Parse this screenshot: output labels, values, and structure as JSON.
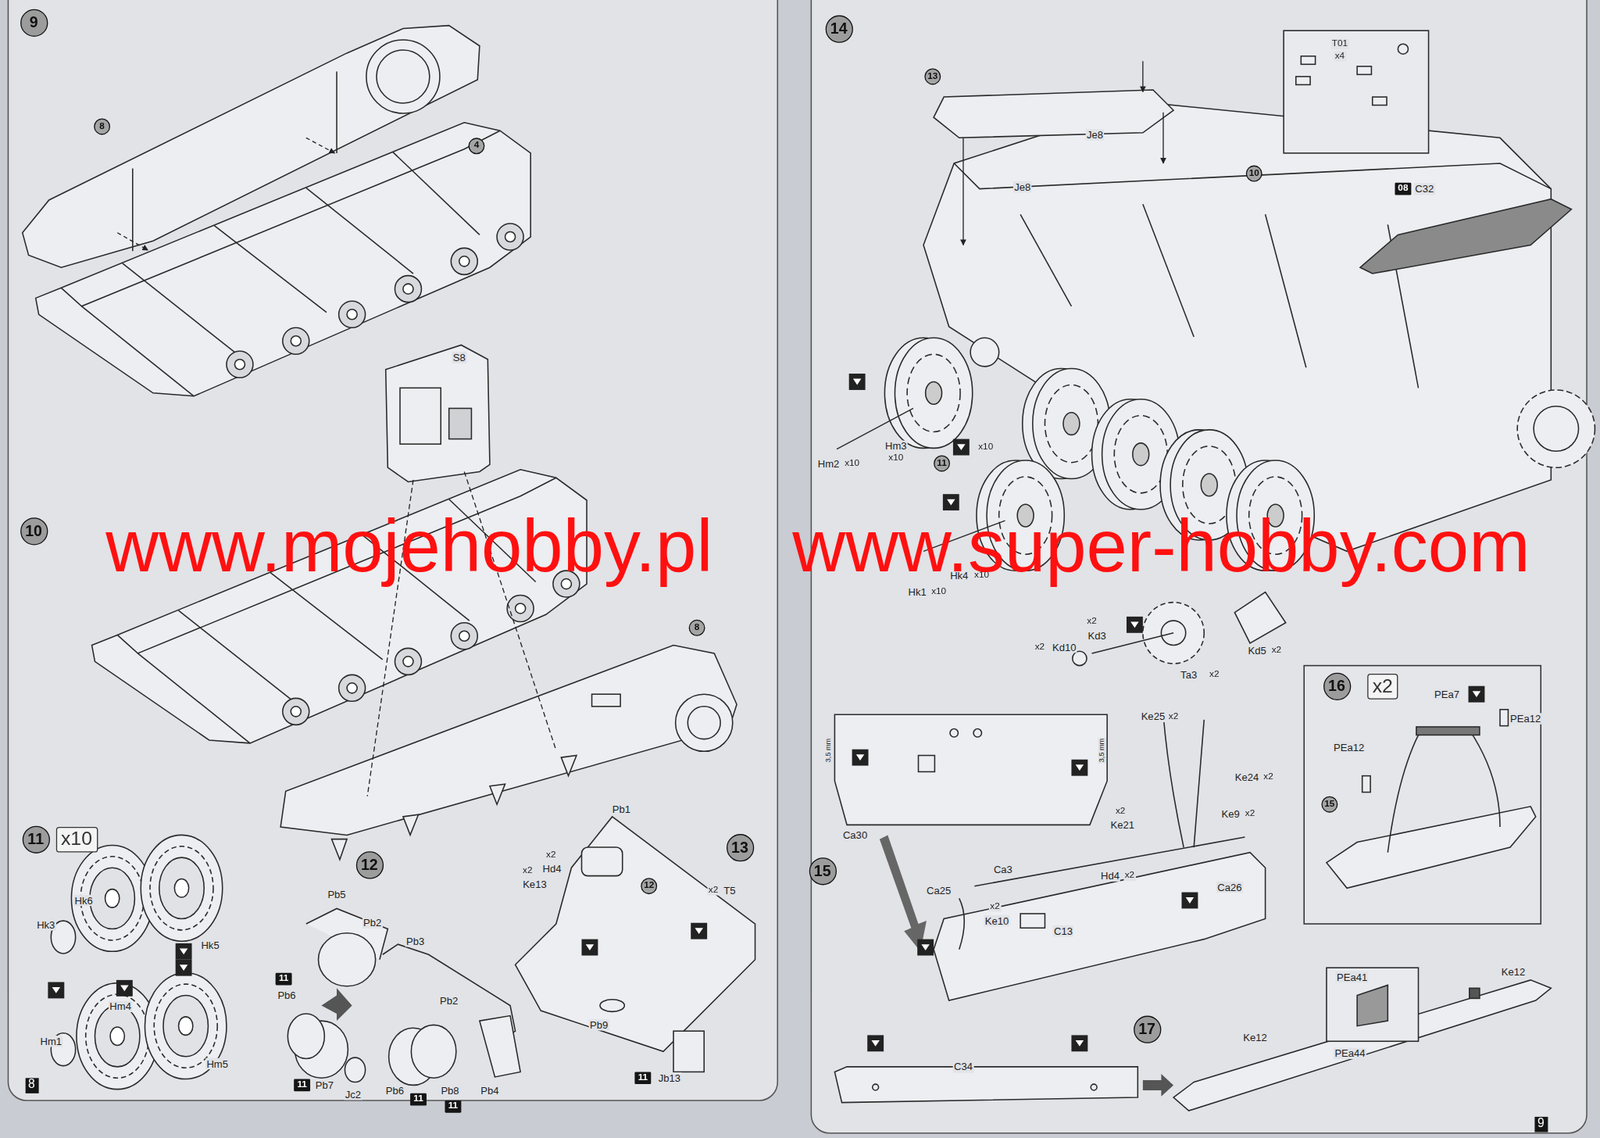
{
  "diagram": {
    "nodes": [
      {
        "text": [
          "9"
        ]
      },
      {
        "text": [
          "8"
        ]
      },
      {
        "text": [
          "4"
        ]
      },
      {
        "text": [
          "10"
        ]
      },
      {
        "text": [
          "8"
        ]
      },
      {
        "text": [
          "11"
        ]
      },
      {
        "text": [
          "x10"
        ]
      },
      {
        "text": [
          "12"
        ]
      },
      {
        "text": [
          "13"
        ]
      },
      {
        "text": [
          "12"
        ]
      },
      {
        "text": [
          "11"
        ]
      },
      {
        "text": [
          "11"
        ]
      },
      {
        "text": [
          "11"
        ]
      },
      {
        "text": [
          "11"
        ]
      },
      {
        "text": [
          "11"
        ]
      },
      {
        "text": [
          "8"
        ]
      },
      {
        "text": [
          "14"
        ]
      },
      {
        "text": [
          "13"
        ]
      },
      {
        "text": [
          "10"
        ]
      },
      {
        "text": [
          "08"
        ]
      },
      {
        "text": [
          "11"
        ]
      },
      {
        "text": [
          "16"
        ]
      },
      {
        "text": [
          "x2"
        ]
      },
      {
        "text": [
          "15"
        ]
      },
      {
        "text": [
          "15"
        ]
      },
      {
        "text": [
          "17"
        ]
      },
      {
        "text": [
          "9"
        ]
      }
    ],
    "labels": [
      "www.mojehobby.pl",
      "www.super-hobby.com",
      "S8",
      "Hk6",
      "Hk3",
      "Hk5",
      "Hm4",
      "Hm1",
      "Hm5",
      "Pb5",
      "Pb2",
      "Pb3",
      "Pb2",
      "Pb6",
      "Pb7",
      "Jc2",
      "Pb6",
      "Pb8",
      "Pb4",
      "Pb1",
      "x2",
      "Hd4",
      "x2",
      "Ke13",
      "x2",
      "T5",
      "Pb9",
      "Jb13",
      "Je8",
      "Je8",
      "T01",
      "x4",
      "C32",
      "Hm2",
      "x10",
      "Hm3",
      "x10",
      "x10",
      "Hk1",
      "x10",
      "Hk4",
      "x10",
      "x2",
      "Kd3",
      "x2",
      "Kd10",
      "Ta3",
      "x2",
      "Kd5",
      "x2",
      "PEa7",
      "PEa12",
      "PEa12",
      "3,5 mm",
      "3,5 mm",
      "Ca30",
      "Ke25",
      "x2",
      "Ke24",
      "x2",
      "x2",
      "Ke21",
      "Ke9",
      "x2",
      "Ca3",
      "Hd4",
      "x2",
      "Ca25",
      "x2",
      "Ke10",
      "Ca26",
      "C13",
      "C34",
      "PEa41",
      "PEa44",
      "Ke12",
      "Ke12"
    ]
  }
}
